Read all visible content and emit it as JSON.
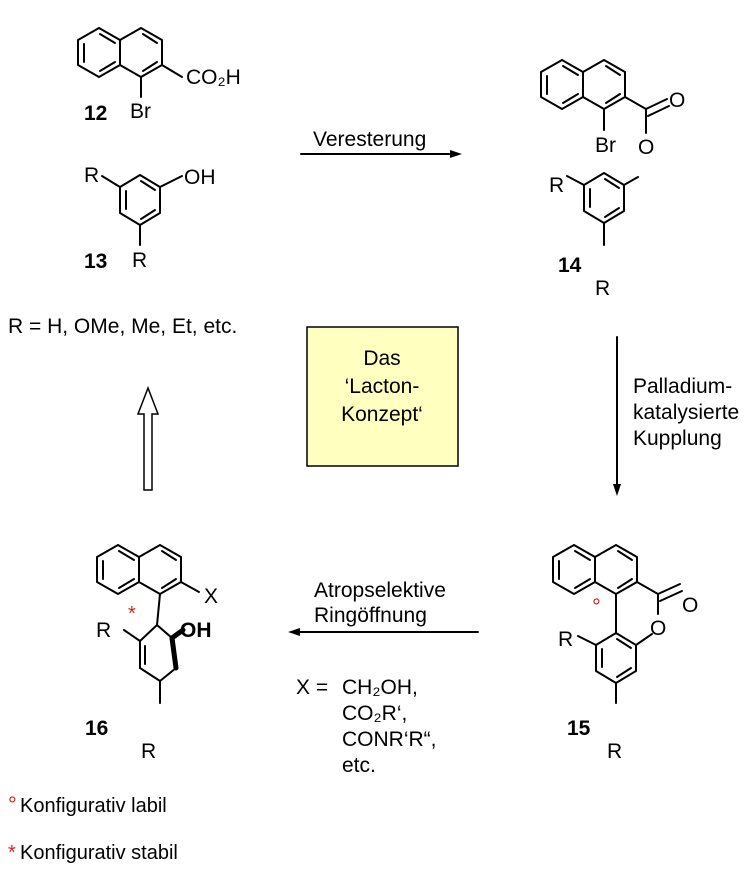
{
  "compounds": {
    "c12": {
      "number": "12",
      "group": "CO₂H",
      "sub": "Br"
    },
    "c13": {
      "number": "13",
      "r_top": "R",
      "r_bottom": "R",
      "group": "OH",
      "r_definition": "R = H, OMe, Me, Et, etc."
    },
    "c14": {
      "number": "14",
      "carbonyl_o": "O",
      "ester_o": "O",
      "sub": "Br",
      "r_top": "R",
      "r_bottom": "R"
    },
    "c15": {
      "number": "15",
      "carbonyl_o": "O",
      "ring_o": "O",
      "r_top": "R",
      "r_bottom": "R",
      "marker": "°"
    },
    "c16": {
      "number": "16",
      "x": "X",
      "group": "OH",
      "r_top": "R",
      "r_bottom": "R",
      "marker": "*"
    }
  },
  "steps": {
    "esterification": "Veresterung",
    "coupling": [
      "Palladium-",
      "katalysierte",
      "Kupplung"
    ],
    "ring_opening": [
      "Atropselektive",
      "Ringöffnung"
    ]
  },
  "concept_box": [
    "Das",
    "‘Lacton-",
    "Konzept‘"
  ],
  "x_definition": {
    "prefix": "X = ",
    "lines": [
      "CH₂OH,",
      "CO₂R‘,",
      "CONR‘R“,",
      "etc."
    ]
  },
  "legend": {
    "labile": {
      "symbol": "°",
      "text": "Konfigurativ labil"
    },
    "stable": {
      "symbol": "*",
      "text": "Konfigurativ stabil"
    }
  }
}
